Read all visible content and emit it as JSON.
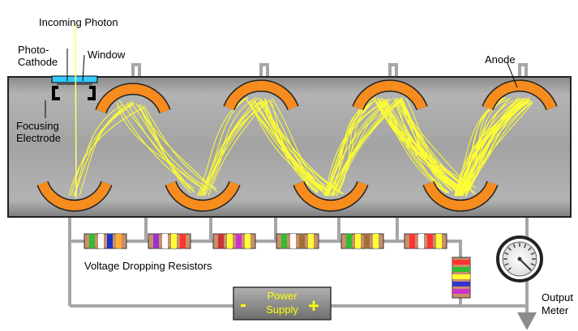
{
  "labels": {
    "incoming_photon": "Incoming Photon",
    "photo_cathode_1": "Photo-",
    "photo_cathode_2": "Cathode",
    "window": "Window",
    "focusing_1": "Focusing",
    "focusing_2": "Electrode",
    "anode": "Anode",
    "resistors": "Voltage Dropping Resistors",
    "power_1": "Power",
    "power_2": "Supply",
    "minus": "-",
    "plus": "+",
    "meter_1": "Output",
    "meter_2": "Meter"
  },
  "colors": {
    "tube_fill": "#a6a6a6",
    "tube_stroke": "#222222",
    "dynode": "#f68b1e",
    "electron_path": "#ffff33",
    "photon": "#ffff66",
    "window": "#33ccff",
    "wire": "#a6a6a6",
    "power_supply": "#8c8c8c",
    "text": "#000000",
    "power_text": "#ffff00"
  },
  "resistors": [
    {
      "bands": [
        "#33bb33",
        "#ffffff",
        "#1a33cc",
        "#ffaa33"
      ]
    },
    {
      "bands": [
        "#9933cc",
        "#ffffff",
        "#ffff33",
        "#ff3333"
      ]
    },
    {
      "bands": [
        "#cc3333",
        "#ffff33",
        "#cc33cc",
        "#ffff33"
      ]
    },
    {
      "bands": [
        "#33bb33",
        "#ffffff",
        "#a0703a",
        "#ffff33"
      ]
    },
    {
      "bands": [
        "#33bb33",
        "#ffff33",
        "#a0703a",
        "#ffff33"
      ]
    },
    {
      "bands": [
        "#ff3333",
        "#ffffff",
        "#ff3333",
        "#ffff33"
      ]
    }
  ],
  "vertical_resistor": {
    "bands": [
      "#ff3333",
      "#33bb33",
      "#ffff33",
      "#3333cc",
      "#cc33cc"
    ]
  },
  "electron_density": [
    6,
    10,
    18,
    30
  ]
}
